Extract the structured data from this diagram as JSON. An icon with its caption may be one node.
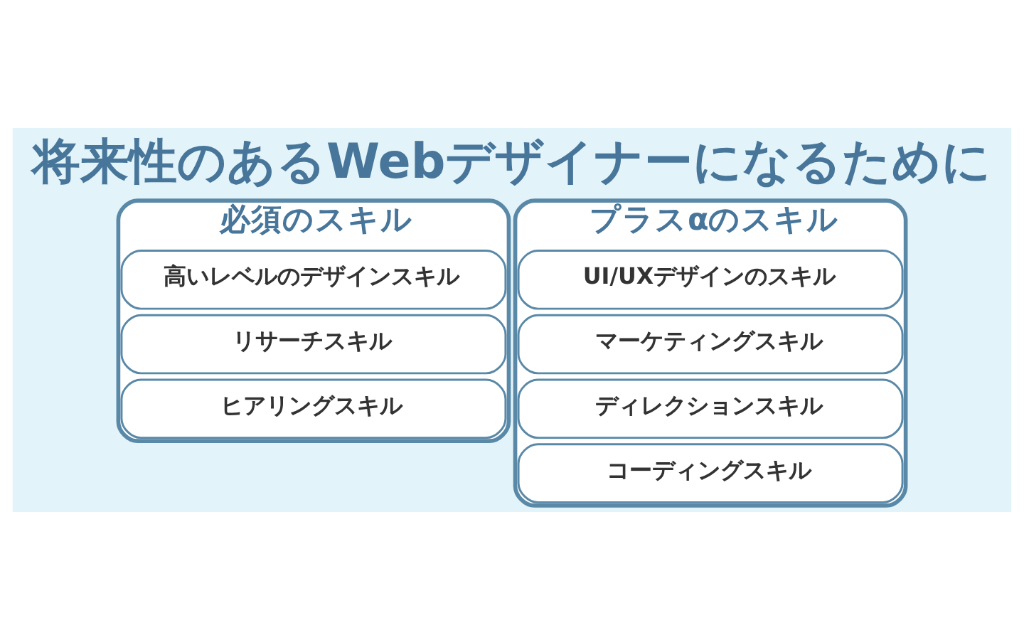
{
  "diagram": {
    "title": "将来性のあるWebデザイナーになるために",
    "nodes": [
      {
        "text": [
          "必須のスキル"
        ]
      },
      {
        "text": [
          "高いレベルのデザインスキル"
        ],
        "in": 0
      },
      {
        "text": [
          "リサーチスキル"
        ],
        "in": 0
      },
      {
        "text": [
          "ヒアリングスキル"
        ],
        "in": 0
      },
      {
        "text": [
          "プラスαのスキル"
        ]
      },
      {
        "text": [
          "UI/UXデザインのスキル"
        ],
        "in": 4
      },
      {
        "text": [
          "マーケティングスキル"
        ],
        "in": 4
      },
      {
        "text": [
          "ディレクションスキル"
        ],
        "in": 4
      },
      {
        "text": [
          "コーディングスキル"
        ],
        "in": 4
      }
    ],
    "edges": []
  }
}
